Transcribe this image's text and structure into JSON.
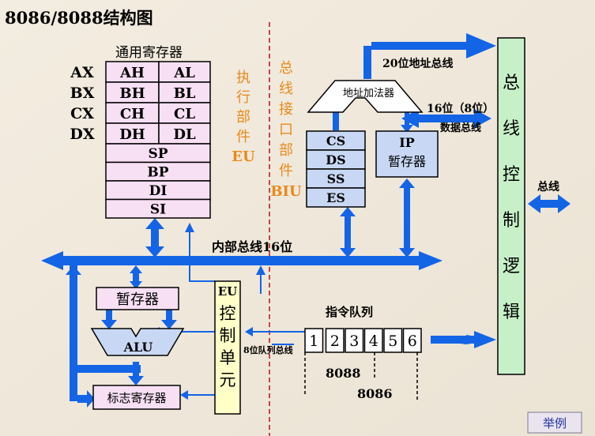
{
  "title": "8086/8088结构图",
  "general_regs_title": "通用寄存器",
  "reg_rows": [
    {
      "name": "AX",
      "hi": "AH",
      "lo": "AL"
    },
    {
      "name": "BX",
      "hi": "BH",
      "lo": "BL"
    },
    {
      "name": "CX",
      "hi": "CH",
      "lo": "CL"
    },
    {
      "name": "DX",
      "hi": "DH",
      "lo": "DL"
    }
  ],
  "pointer_regs": [
    "SP",
    "BP",
    "DI",
    "SI"
  ],
  "eu_label": [
    "执",
    "行",
    "部",
    "件",
    "EU"
  ],
  "biu_label": [
    "总",
    "线",
    "接",
    "口",
    "部",
    "件",
    "BIU"
  ],
  "addr_adder": "地址加法器",
  "addr_bus": "20位地址总线",
  "data_bus_line1": "16位（8位）",
  "data_bus_line2": "数据总线",
  "segment_regs": [
    "CS",
    "DS",
    "SS",
    "ES"
  ],
  "ip_box": {
    "line1": "IP",
    "line2": "暂存器"
  },
  "bus_control": [
    "总",
    "线",
    "控",
    "制",
    "逻",
    "辑"
  ],
  "external_bus": "总线",
  "internal_bus": "内部总线16位",
  "temp_reg": "暂存器",
  "alu": "ALU",
  "flag_reg": "标志寄存器",
  "eu_control": [
    "EU",
    "控",
    "制",
    "单",
    "元"
  ],
  "queue_bus": "8位队列总线",
  "queue_title": "指令队列",
  "queue_cells": [
    "1",
    "2",
    "3",
    "4",
    "5",
    "6"
  ],
  "label_8088": "8088",
  "label_8086": "8086",
  "example_button": "举例",
  "colors": {
    "arrow": "#1464e6",
    "regs": "#f8e0f4",
    "seg": "#c8d8f4",
    "bus_ctrl": "#c8f0c8",
    "eu_ctrl": "#ffffc8",
    "divider": "#b01020",
    "eu_text": "#e88a1a"
  }
}
